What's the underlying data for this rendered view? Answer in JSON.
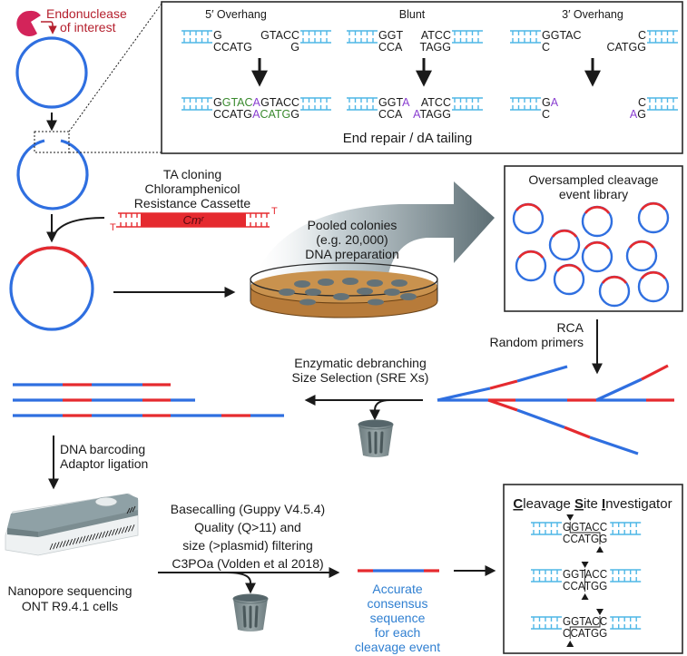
{
  "colors": {
    "plasmid_blue": "#2f6fe0",
    "insert_red": "#e52a2f",
    "enzyme_pink": "#d3245a",
    "dna_cyan": "#4fb7e6",
    "annotation_red": "#b5202e",
    "consensus_blue": "#2f7fd1",
    "fill_green": "#3a8a2e",
    "dA_purple": "#8a3fd0",
    "trash_gray": "#7a8a8c",
    "agar_tan": "#c9924e"
  },
  "enzyme": {
    "label_line1": "Endonuclease",
    "label_line2": "of interest"
  },
  "end_repair": {
    "title": "End repair / dA tailing",
    "columns": [
      {
        "heading": "5′ Overhang",
        "before_left": [
          "G",
          "CCATG"
        ],
        "before_right": [
          "GTACC",
          "G"
        ],
        "after_left": [
          [
            {
              "t": "G",
              "c": "k"
            },
            {
              "t": "GTAC",
              "c": "g"
            },
            {
              "t": "A",
              "c": "p"
            }
          ],
          [
            {
              "t": "CCATG",
              "c": "k"
            }
          ]
        ],
        "after_right": [
          [
            {
              "t": "GTACC",
              "c": "k"
            }
          ],
          [
            {
              "t": "A",
              "c": "p"
            },
            {
              "t": "CATG",
              "c": "g"
            },
            {
              "t": "G",
              "c": "k"
            }
          ]
        ]
      },
      {
        "heading": "Blunt",
        "before_left": [
          "GGT",
          "CCA"
        ],
        "before_right": [
          "ATCC",
          "TAGG"
        ],
        "after_left": [
          [
            {
              "t": "GGT",
              "c": "k"
            },
            {
              "t": "A",
              "c": "p"
            }
          ],
          [
            {
              "t": "CCA",
              "c": "k"
            }
          ]
        ],
        "after_right": [
          [
            {
              "t": "ATCC",
              "c": "k"
            }
          ],
          [
            {
              "t": "A",
              "c": "p"
            },
            {
              "t": "TAGG",
              "c": "k"
            }
          ]
        ]
      },
      {
        "heading": "3′ Overhang",
        "before_left": [
          "GGTAC",
          "C"
        ],
        "before_right": [
          "C",
          "CATGG"
        ],
        "after_left": [
          [
            {
              "t": "G",
              "c": "k"
            },
            {
              "t": "A",
              "c": "p"
            }
          ],
          [
            {
              "t": "C",
              "c": "k"
            }
          ]
        ],
        "after_right": [
          [
            {
              "t": "C",
              "c": "k"
            }
          ],
          [
            {
              "t": "A",
              "c": "p"
            },
            {
              "t": "G",
              "c": "k"
            }
          ]
        ]
      }
    ]
  },
  "ta_cloning": {
    "line1": "TA cloning",
    "line2": "Chloramphenicol",
    "line3": "Resistance Cassette",
    "cassette_label": "Cmʳ",
    "overhang_base": "T"
  },
  "pooled": {
    "line1": "Pooled colonies",
    "line2": "(e.g. 20,000)",
    "line3": "DNA preparation"
  },
  "library": {
    "line1": "Oversampled cleavage",
    "line2": "event library",
    "plasmid_count": 10
  },
  "rca": {
    "line1": "RCA",
    "line2": "Random primers"
  },
  "debranch": {
    "line1": "Enzymatic debranching",
    "line2": "Size Selection (SRE Xs)"
  },
  "barcoding": {
    "line1": "DNA barcoding",
    "line2": "Adaptor ligation"
  },
  "sequencing": {
    "line1": "Nanopore sequencing",
    "line2": "ONT R9.4.1 cells"
  },
  "basecalling": {
    "line1": "Basecalling (Guppy V4.5.4)",
    "line2": "Quality (Q>11) and",
    "line3": "size (>plasmid) filtering",
    "line4": "C3POa (Volden et al 2018)"
  },
  "consensus": {
    "line1": "Accurate",
    "line2": "consensus",
    "line3": "sequence",
    "line4": "for each",
    "line5": "cleavage event"
  },
  "csi": {
    "title_C": "C",
    "title_1": "leavage ",
    "title_S": "S",
    "title_2": "ite ",
    "title_I": "I",
    "title_3": "nvestigator",
    "examples": [
      {
        "top": "GGTACC",
        "bottom": "CCATGG"
      },
      {
        "top": "GGTACC",
        "bottom": "CCATGG"
      },
      {
        "top": "GGTACC",
        "bottom": "CCATGG"
      }
    ]
  }
}
